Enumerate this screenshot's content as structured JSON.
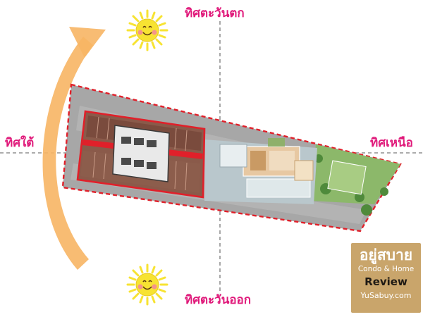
{
  "colors": {
    "label_pink": "#e0197a",
    "arrow_orange": "#f7b564",
    "boundary_red": "#e0202a",
    "axis_gray": "#7a7a7a",
    "site_gray": "#a7a7a7",
    "sun_yellow": "#f7e332",
    "logo_tan": "#c9a56b"
  },
  "labels": {
    "west": "ทิศตะวันตก",
    "east": "ทิศตะวันออก",
    "south": "ทิศใต้",
    "north": "ทิศเหนือ"
  },
  "icons": {
    "sun_top": "smiling-sun-icon",
    "sun_bottom": "smiling-sun-icon",
    "sun_path": "curved-arrow-icon"
  },
  "logo": {
    "thai_name": "อยู่สบาย",
    "line1": "Condo & Home",
    "line2": "Review",
    "site": "YuSabuy.com"
  }
}
